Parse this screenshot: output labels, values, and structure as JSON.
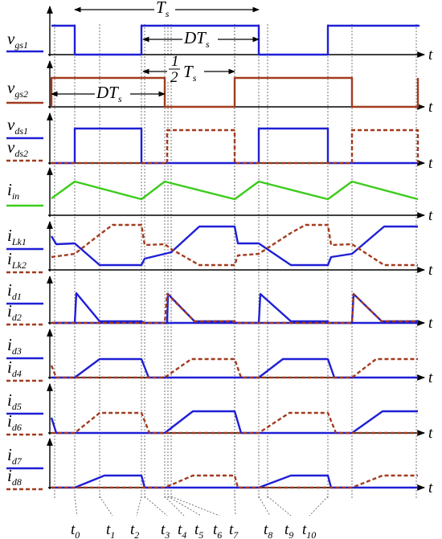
{
  "figure": {
    "time_axis_label": "t",
    "annotations": [
      {
        "id": "ts",
        "base": "T",
        "sub": "s",
        "prefix": ""
      },
      {
        "id": "dts_top",
        "base": "DT",
        "sub": "s",
        "prefix": ""
      },
      {
        "id": "dts_low",
        "base": "DT",
        "sub": "s",
        "prefix": ""
      },
      {
        "id": "half",
        "base": "T",
        "sub": "s",
        "prefix": "1/2"
      }
    ],
    "instants": [
      {
        "base": "t",
        "sub": "0"
      },
      {
        "base": "t",
        "sub": "1"
      },
      {
        "base": "t",
        "sub": "2"
      },
      {
        "base": "t",
        "sub": "3"
      },
      {
        "base": "t",
        "sub": "4"
      },
      {
        "base": "t",
        "sub": "5"
      },
      {
        "base": "t",
        "sub": "6"
      },
      {
        "base": "t",
        "sub": "7"
      },
      {
        "base": "t",
        "sub": "8"
      },
      {
        "base": "t",
        "sub": "9"
      },
      {
        "base": "t",
        "sub": "10"
      }
    ],
    "panels": [
      {
        "signals": [
          {
            "base": "v",
            "sub": "gs1",
            "color": "#1f1fd6",
            "style": "solid"
          }
        ]
      },
      {
        "signals": [
          {
            "base": "v",
            "sub": "gs2",
            "color": "#a23b1f",
            "style": "solid"
          }
        ]
      },
      {
        "signals": [
          {
            "base": "v",
            "sub": "ds1",
            "color": "#1f1fd6",
            "style": "solid"
          },
          {
            "base": "v",
            "sub": "ds2",
            "color": "#a23b1f",
            "style": "dashed"
          }
        ]
      },
      {
        "signals": [
          {
            "base": "i",
            "sub": "in",
            "color": "#3ccc1c",
            "style": "solid"
          }
        ]
      },
      {
        "signals": [
          {
            "base": "i",
            "sub": "Lk1",
            "color": "#1f1fd6",
            "style": "solid"
          },
          {
            "base": "i",
            "sub": "Lk2",
            "color": "#a23b1f",
            "style": "dashed"
          }
        ]
      },
      {
        "signals": [
          {
            "base": "i",
            "sub": "d1",
            "color": "#1f1fd6",
            "style": "solid"
          },
          {
            "base": "i",
            "sub": "d2",
            "color": "#a23b1f",
            "style": "dashed"
          }
        ]
      },
      {
        "signals": [
          {
            "base": "i",
            "sub": "d3",
            "color": "#1f1fd6",
            "style": "solid"
          },
          {
            "base": "i",
            "sub": "d4",
            "color": "#a23b1f",
            "style": "dashed"
          }
        ]
      },
      {
        "signals": [
          {
            "base": "i",
            "sub": "d5",
            "color": "#1f1fd6",
            "style": "solid"
          },
          {
            "base": "i",
            "sub": "d6",
            "color": "#a23b1f",
            "style": "dashed"
          }
        ]
      },
      {
        "signals": [
          {
            "base": "i",
            "sub": "d7",
            "color": "#1f1fd6",
            "style": "solid"
          },
          {
            "base": "i",
            "sub": "d8",
            "color": "#a23b1f",
            "style": "dashed"
          }
        ]
      }
    ]
  }
}
